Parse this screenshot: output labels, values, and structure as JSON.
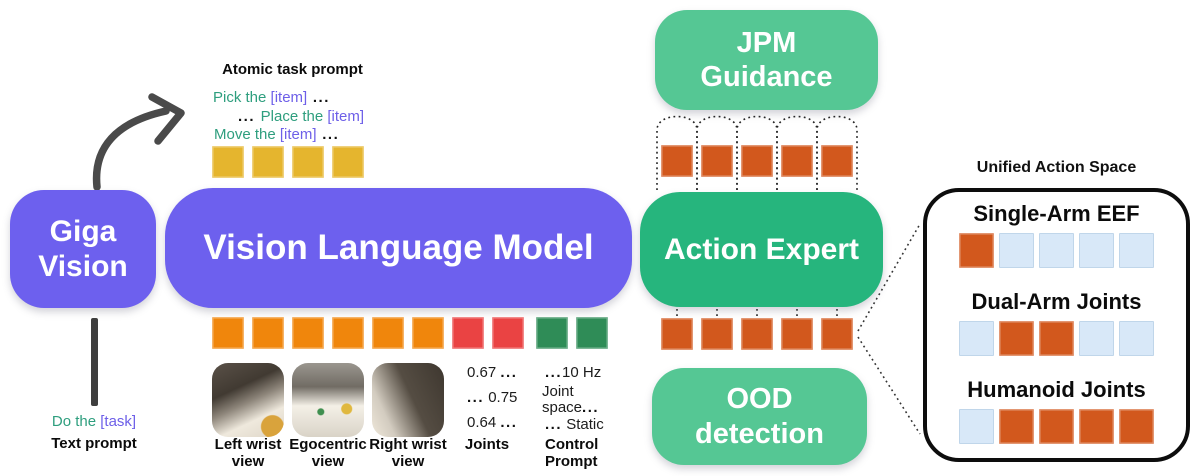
{
  "palette": {
    "purple": "#6D60EE",
    "mint": "#55C794",
    "green": "#26B57D",
    "tok-yellow": "#E5B52E",
    "tok-orange": "#F0860C",
    "tok-red": "#EA4343",
    "tok-green": "#2F8C57",
    "tok-action": "#D2581D",
    "tok-blue": "#D8E8F8",
    "text-green": "#2E9E7E",
    "text-purple": "#6D5FE8",
    "ink": "#111111"
  },
  "boxes": {
    "giga": {
      "line1": "Giga",
      "line2": "Vision"
    },
    "vlm": {
      "label": "Vision Language Model"
    },
    "action": {
      "label": "Action Expert"
    },
    "jpm": {
      "line1": "JPM",
      "line2": "Guidance"
    },
    "ood": {
      "line1": "OOD",
      "line2": "detection"
    }
  },
  "atomic": {
    "title": "Atomic task prompt",
    "line1_a": "Pick the ",
    "line1_b": "[item]",
    "line1_dots": " ...",
    "line2_dots": "... ",
    "line2_a": "Place the ",
    "line2_b": "[item]",
    "line3_a": "Move the ",
    "line3_b": "[item]",
    "line3_dots": " ..."
  },
  "text_prompt": {
    "a": "Do the ",
    "b": "[task]",
    "label": "Text prompt"
  },
  "tokens": {
    "yellow_row": [
      "yellow",
      "yellow",
      "yellow",
      "yellow"
    ],
    "vlm_row": [
      "orange",
      "orange",
      "orange",
      "orange",
      "orange",
      "orange",
      "red",
      "red",
      "green",
      "green"
    ],
    "jpm_row": [
      "action",
      "action",
      "action",
      "action",
      "action"
    ],
    "action_row": [
      "action",
      "action",
      "action",
      "action",
      "action"
    ]
  },
  "views": [
    {
      "line1": "Left wrist",
      "line2": "view"
    },
    {
      "line1": "Egocentric",
      "line2": "view"
    },
    {
      "line1": "Right wrist",
      "line2": "view"
    }
  ],
  "joints": {
    "r1a": "0.67",
    "r1b": "...",
    "r2a": "...",
    "r2b": "0.75",
    "r3a": "0.64",
    "r3b": "...",
    "label": "Joints"
  },
  "control": {
    "r1a": "...",
    "r1b": "10 Hz",
    "r2": "Joint",
    "r3a": "space",
    "r3b": "...",
    "r4a": "...",
    "r4b": "Static",
    "label_line1": "Control",
    "label_line2": "Prompt"
  },
  "unified": {
    "title": "Unified Action Space",
    "rows": [
      {
        "label": "Single-Arm EEF",
        "cells": [
          "action",
          "blue",
          "blue",
          "blue",
          "blue"
        ]
      },
      {
        "label": "Dual-Arm Joints",
        "cells": [
          "blue",
          "action",
          "action",
          "blue",
          "blue"
        ]
      },
      {
        "label": "Humanoid Joints",
        "cells": [
          "blue",
          "action",
          "action",
          "action",
          "action"
        ]
      }
    ]
  }
}
